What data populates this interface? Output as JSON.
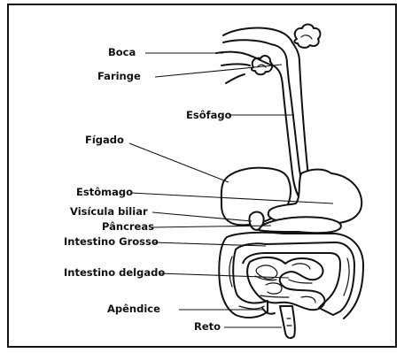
{
  "labels": {
    "boca": "Boca",
    "faringe": "Faringe",
    "esofago": "Esôfago",
    "figado": "Fígado",
    "estomago": "Estômago",
    "visicula": "Visícula biliar",
    "pancreas": "Pâncreas",
    "intestino_grosso": "Intestino Grosso",
    "intestino_delgado": "Intestino delgado",
    "apendice": "Apêndice",
    "reto": "Reto"
  }
}
